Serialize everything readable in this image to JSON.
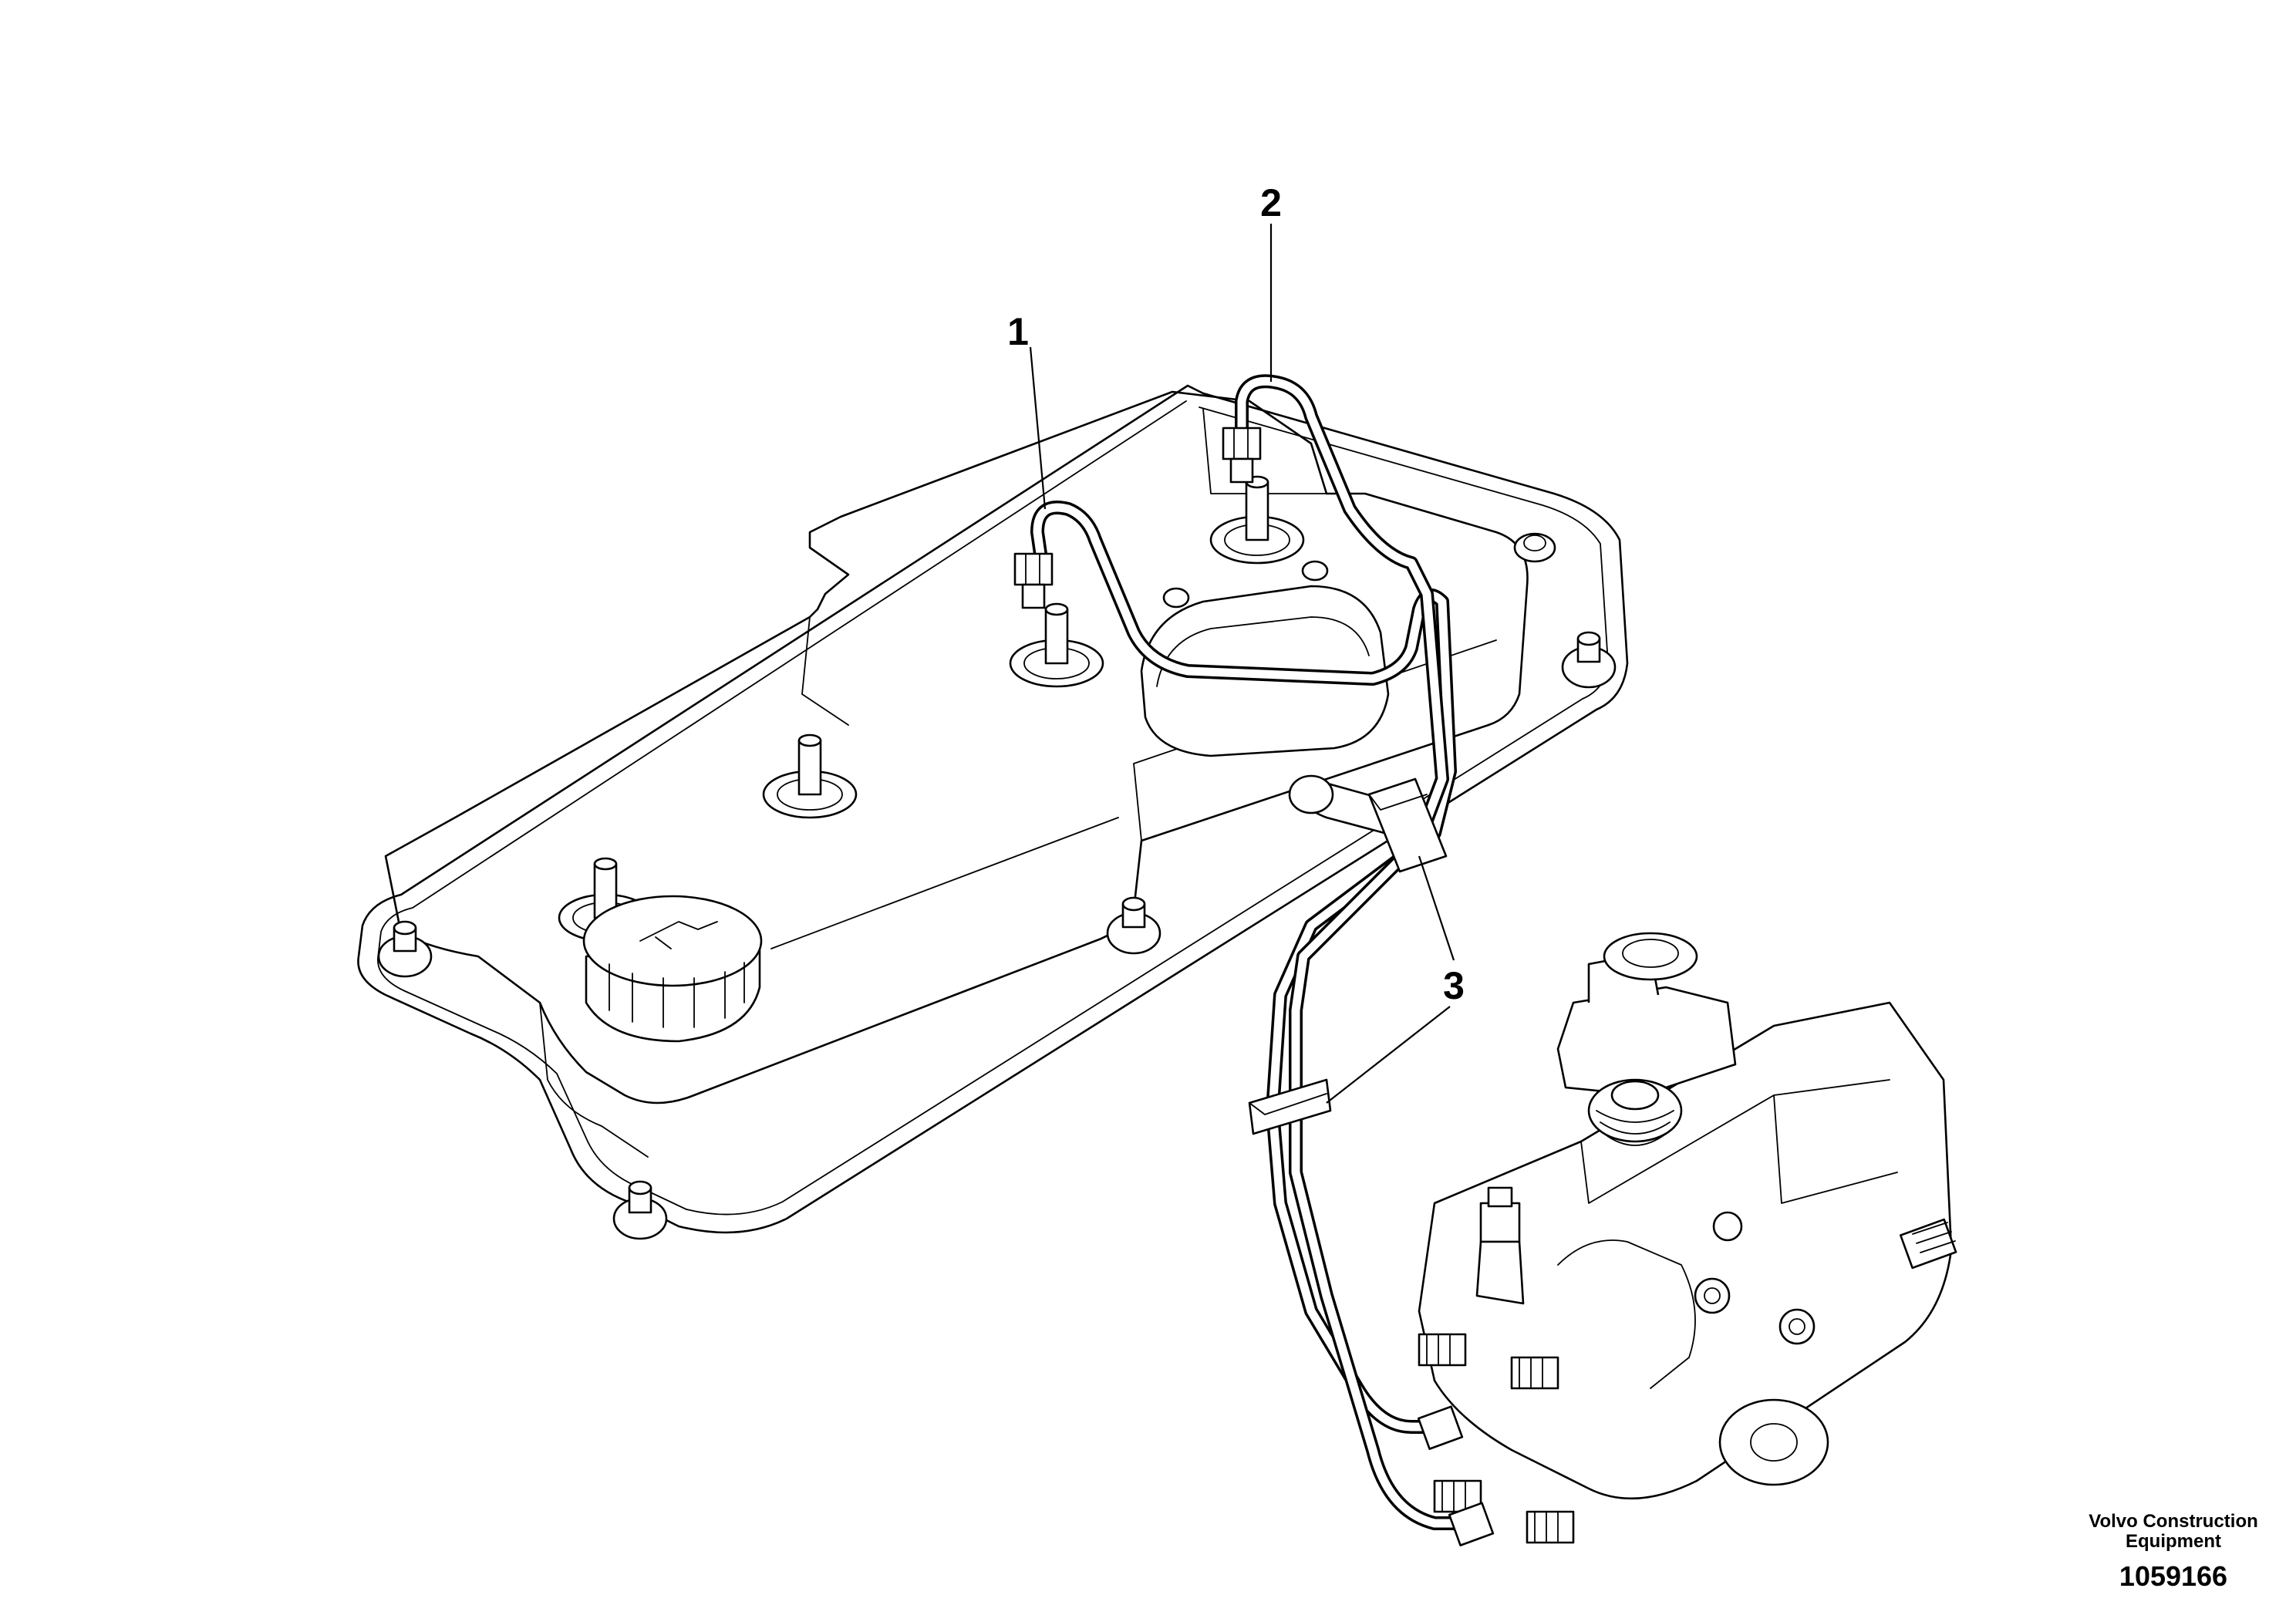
{
  "callouts": [
    {
      "id": "1",
      "label": "1"
    },
    {
      "id": "2",
      "label": "2"
    },
    {
      "id": "3",
      "label": "3"
    }
  ],
  "caption": {
    "line1": "Volvo Construction",
    "line2": "Equipment",
    "doc_number": "1059166"
  }
}
